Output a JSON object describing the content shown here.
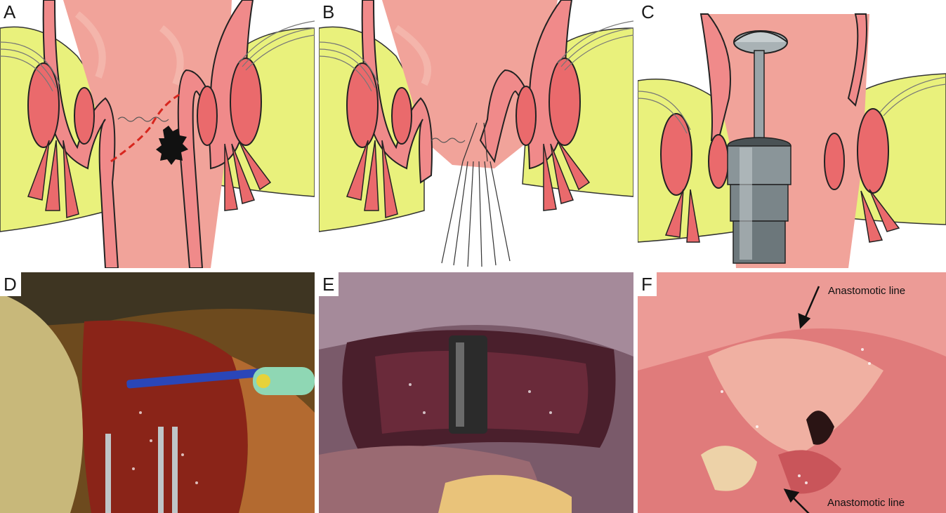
{
  "panels": [
    {
      "label": "A",
      "kind": "illustration"
    },
    {
      "label": "B",
      "kind": "illustration"
    },
    {
      "label": "C",
      "kind": "illustration"
    },
    {
      "label": "D",
      "kind": "photo"
    },
    {
      "label": "E",
      "kind": "photo"
    },
    {
      "label": "F",
      "kind": "photo"
    }
  ],
  "annotations": {
    "top": "Anastomotic line",
    "bottom": "Anastomotic line"
  },
  "colors": {
    "yellow_tissue": "#e8f07a",
    "pink_wall": "#f08a8a",
    "muscle": "#ea6a6c",
    "lumen": "#f0a49a",
    "dashed_line": "#d7261e",
    "instrument": "#8a9599"
  }
}
